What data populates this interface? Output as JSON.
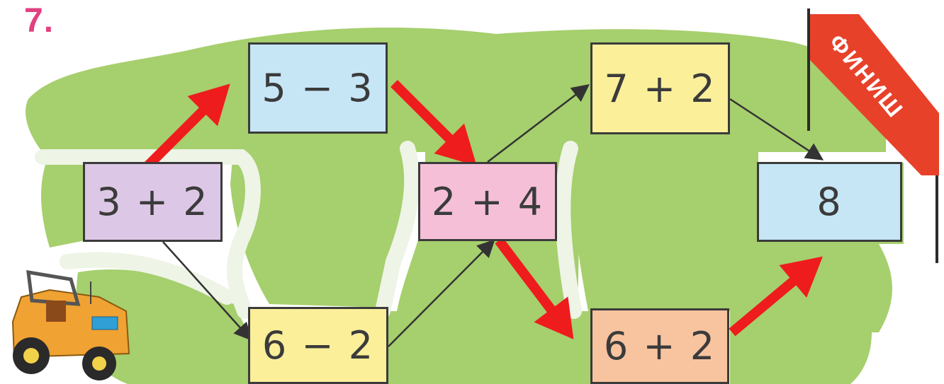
{
  "task_number": "7.",
  "boxes": {
    "b3plus2": "3 + 2",
    "b5minus3": "5 − 3",
    "b6minus2": "6 − 2",
    "b2plus4": "2 + 4",
    "b7plus2": "7 + 2",
    "b6plus2": "6 + 2",
    "b8": "8"
  },
  "flag": {
    "label": "ФИНИШ"
  },
  "colors": {
    "map_green": "#a6cf6d",
    "road": "#eef4e6",
    "red_arrow": "#ee1c1c",
    "thin_arrow": "#333333",
    "flag_red": "#e8412a"
  },
  "icons": {
    "car": "jeep-toy-car-icon",
    "flag": "finish-flag-icon"
  }
}
